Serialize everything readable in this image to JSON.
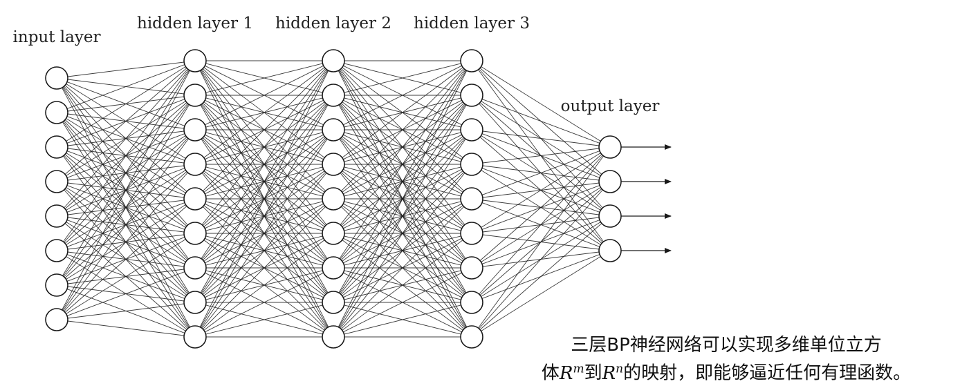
{
  "diagram": {
    "layers": [
      {
        "label": "input layer",
        "nodes": 8
      },
      {
        "label": "hidden layer 1",
        "nodes": 9
      },
      {
        "label": "hidden layer 2",
        "nodes": 9
      },
      {
        "label": "hidden layer 3",
        "nodes": 9
      },
      {
        "label": "output layer",
        "nodes": 4
      }
    ],
    "connectivity": "fully-connected",
    "output_arrows": 4,
    "colors": {
      "stroke": "#1a1a1a",
      "node_fill": "#ffffff",
      "background": "#ffffff"
    }
  },
  "caption": {
    "line1": "三层BP神经网络可以实现多维单位立方",
    "line2_prefix": "体",
    "math1_base": "R",
    "math1_exp": "m",
    "line2_mid": "到",
    "math2_base": "R",
    "math2_exp": "n",
    "line2_suffix": "的映射，即能够逼近任何有理函数。"
  }
}
